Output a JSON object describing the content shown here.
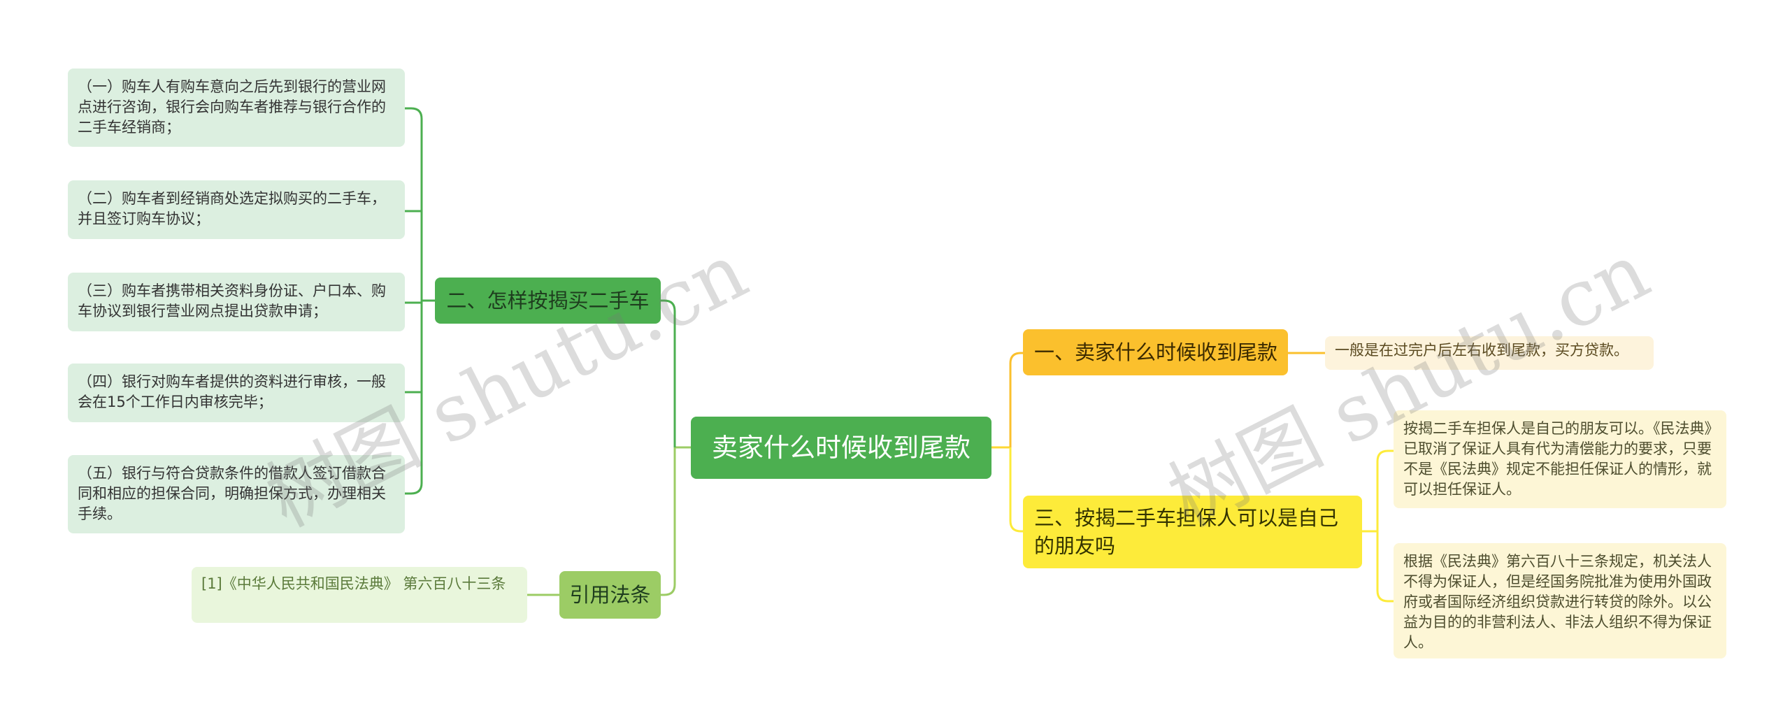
{
  "mindmap": {
    "root": {
      "label": "卖家什么时候收到尾款"
    },
    "left": {
      "how_to_buy": {
        "label": "二、怎样按揭买二手车",
        "steps": [
          "（一）购车人有购车意向之后先到银行的营业网点进行咨询，银行会向购车者推荐与银行合作的二手车经销商；",
          "（二）购车者到经销商处选定拟购买的二手车，并且签订购车协议；",
          "（三）购车者携带相关资料身份证、户口本、购车协议到银行营业网点提出贷款申请；",
          "（四）银行对购车者提供的资料进行审核，一般会在15个工作日内审核完毕；",
          "（五）银行与符合贷款条件的借款人签订借款合同和相应的担保合同，明确担保方式，办理相关手续。"
        ]
      },
      "citation": {
        "label": "引用法条",
        "text": "[1]《中华人民共和国民法典》 第六百八十三条"
      }
    },
    "right": {
      "when": {
        "label": "一、卖家什么时候收到尾款",
        "answer": "一般是在过完户后左右收到尾款，买方贷款。"
      },
      "guarantor": {
        "label": "三、按揭二手车担保人可以是自己的朋友吗",
        "points": [
          "按揭二手车担保人是自己的朋友可以。《民法典》已取消了保证人具有代为清偿能力的要求，只要不是《民法典》规定不能担任保证人的情形，就可以担任保证人。",
          "根据《民法典》第六百八十三条规定，机关法人不得为保证人，但是经国务院批准为使用外国政府或者国际经济组织贷款进行转贷的除外。以公益为目的的非营利法人、非法人组织不得为保证人。"
        ]
      }
    }
  },
  "watermark": "树图 shutu.cn",
  "colors": {
    "root": "#4caf50",
    "green_branch": "#4caf50",
    "lime_branch": "#9ccc65",
    "orange_branch": "#fbc02d",
    "yellow_branch": "#fdeb3a",
    "green_leaf": "#dcefe0",
    "yellow_leaf": "#fdf6d6"
  }
}
